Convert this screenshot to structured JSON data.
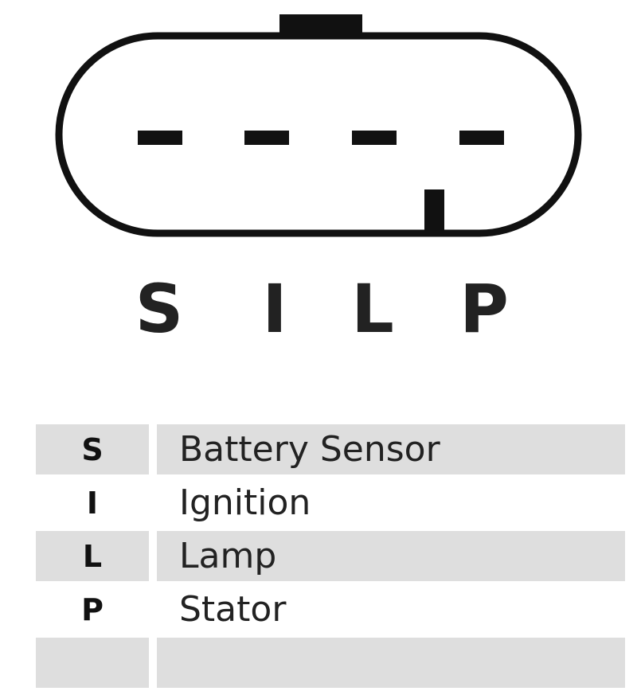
{
  "connector": {
    "outline_color": "#111111",
    "pin_labels": [
      "S",
      "I",
      "L",
      "P"
    ]
  },
  "legend": {
    "shade_color": "#dedede",
    "rows": [
      {
        "code": "S",
        "description": "Battery Sensor"
      },
      {
        "code": "I",
        "description": "Ignition"
      },
      {
        "code": "L",
        "description": "Lamp"
      },
      {
        "code": "P",
        "description": "Stator"
      }
    ]
  }
}
